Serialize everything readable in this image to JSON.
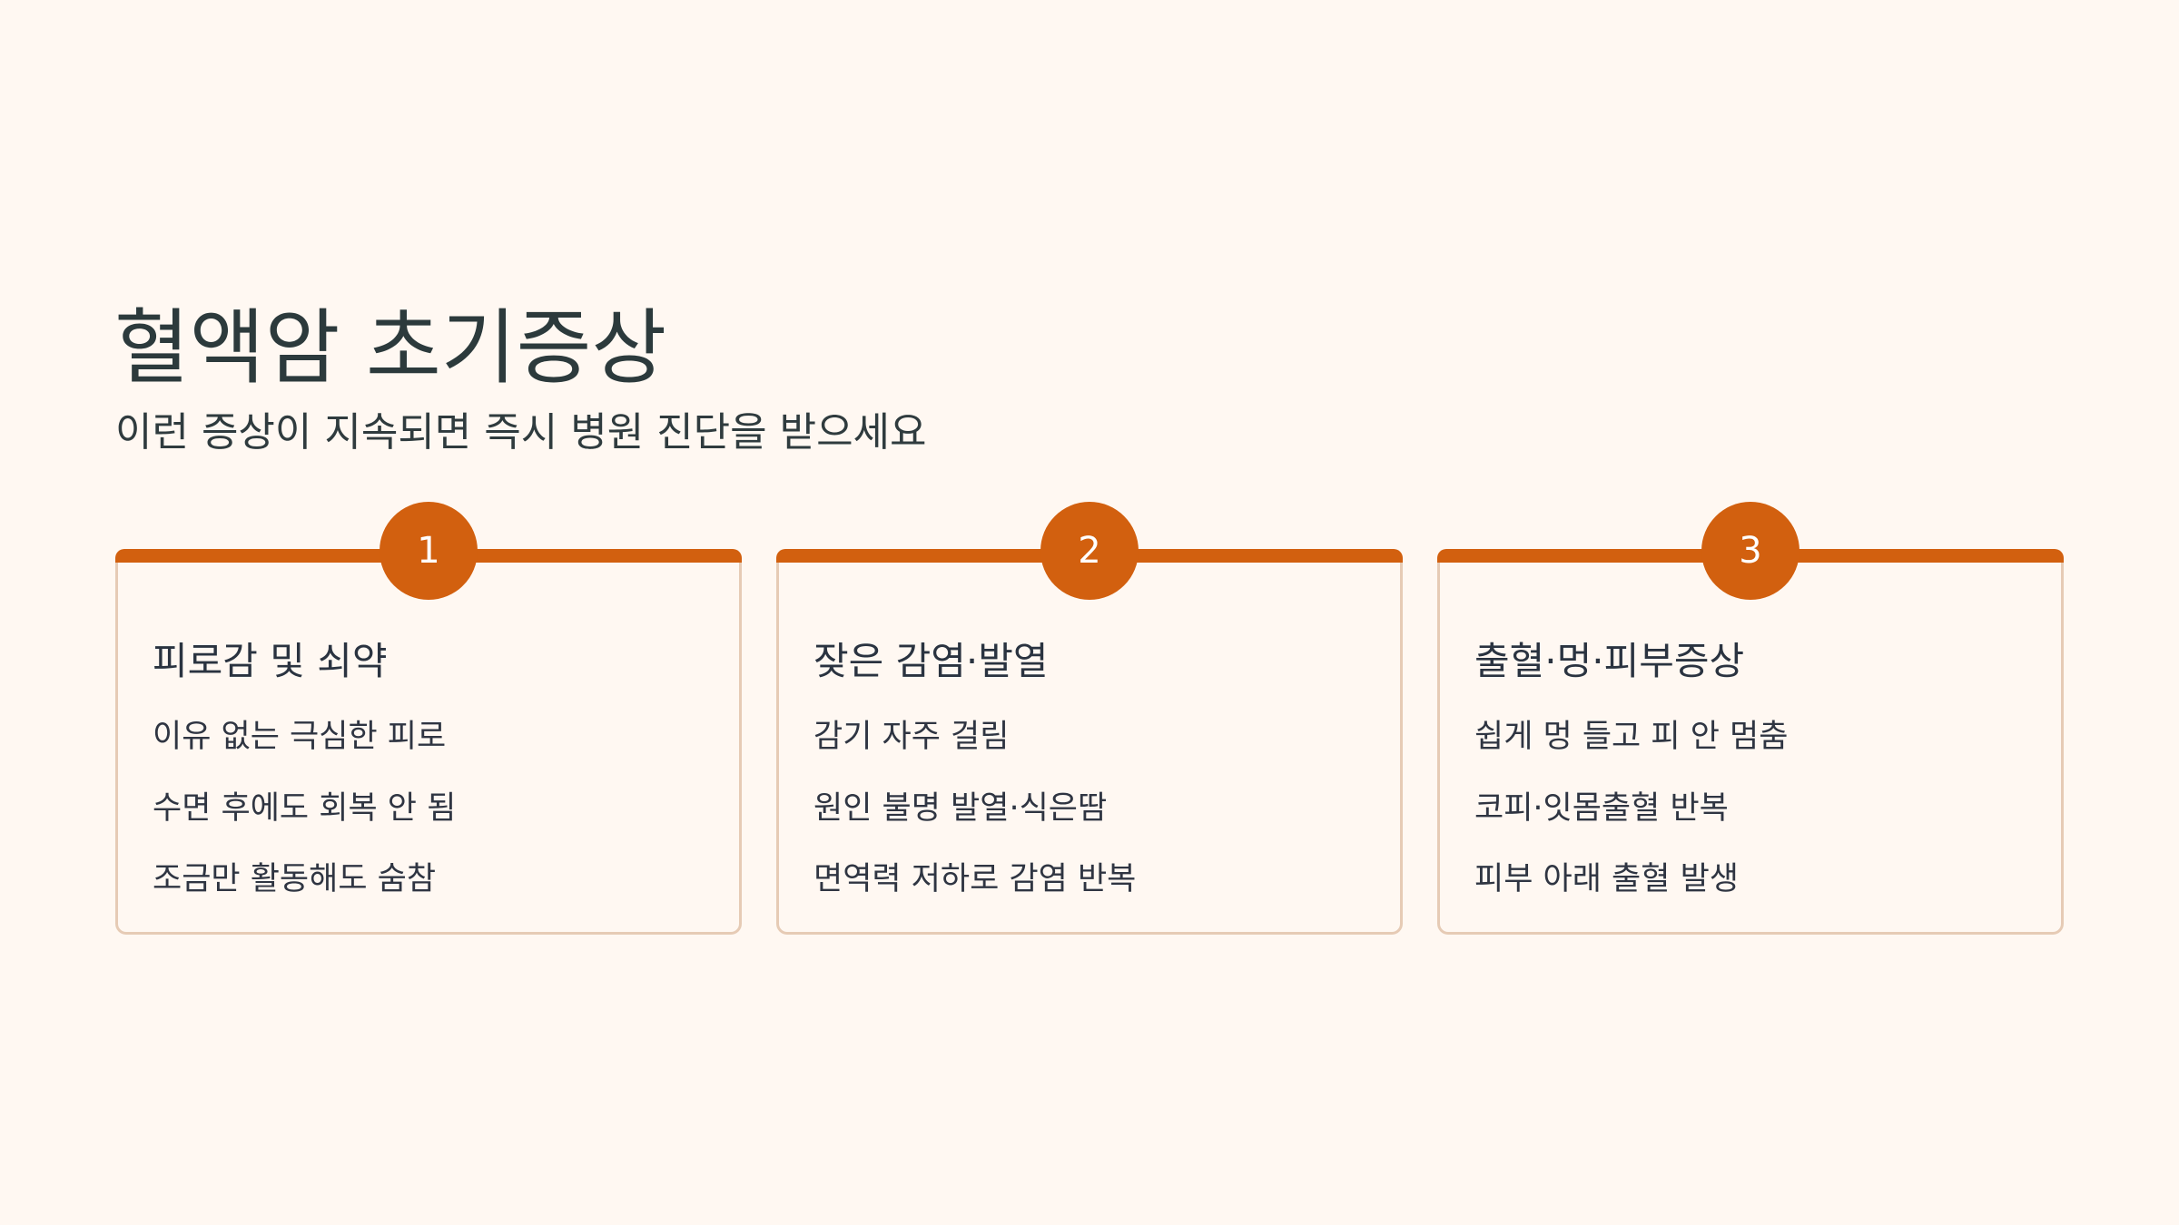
{
  "header": {
    "title": "혈액암 초기증상",
    "subtitle": "이런 증상이 지속되면 즉시 병원 진단을 받으세요"
  },
  "colors": {
    "accent": "#d2600f",
    "card_border": "#e6cbb5",
    "background": "#fff8f2",
    "text": "#2c3a3c"
  },
  "cards": [
    {
      "number": "1",
      "heading": "피로감 및 쇠약",
      "items": [
        "이유 없는 극심한 피로",
        "수면 후에도 회복 안 됨",
        "조금만 활동해도 숨참"
      ]
    },
    {
      "number": "2",
      "heading": "잦은 감염·발열",
      "items": [
        "감기 자주 걸림",
        "원인 불명 발열·식은땀",
        "면역력 저하로 감염 반복"
      ]
    },
    {
      "number": "3",
      "heading": "출혈·멍·피부증상",
      "items": [
        "쉽게 멍 들고 피 안 멈춤",
        "코피·잇몸출혈 반복",
        "피부 아래 출혈 발생"
      ]
    }
  ]
}
